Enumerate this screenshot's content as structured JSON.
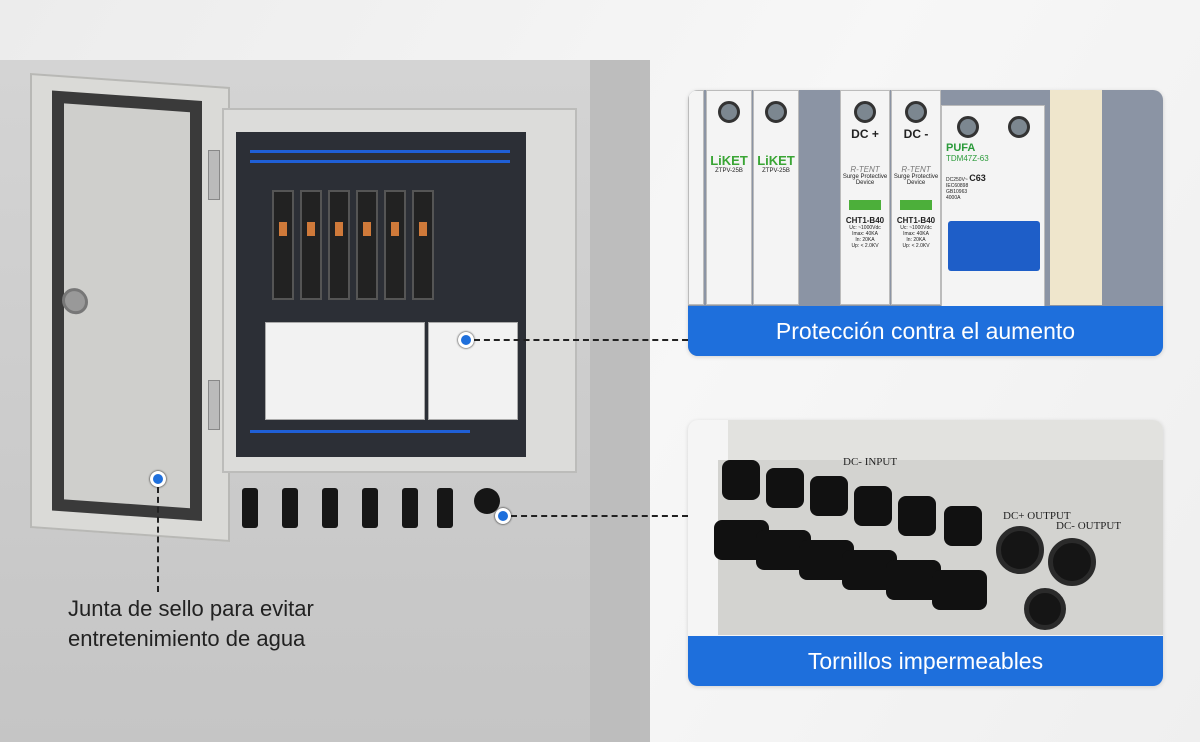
{
  "callouts": {
    "surge": "Protección contra el aumento",
    "waterproof": "Tornillos impermeables",
    "gasket_line1": "Junta de sello para evitar",
    "gasket_line2": "entretenimiento de agua"
  },
  "surge_panel": {
    "fuse_brand": "LiKET",
    "fuse_model": "ZTPV-25B",
    "spd_pos_label": "DC +",
    "spd_neg_label": "DC -",
    "spd_brand": "R-TENT",
    "spd_desc": "Surge Protective Device",
    "spd_model": "CHT1-B40",
    "spd_specs": [
      "Uc: ~1000Vdc",
      "Imax: 40KA",
      "In: 20KA",
      "Up: < 2.0KV"
    ],
    "breaker_brand": "PUFA",
    "breaker_model": "TDM47Z-63",
    "breaker_rating": "C63",
    "breaker_specs": [
      "DC250V~",
      "IEC60898",
      "GB10963",
      "4000A"
    ]
  },
  "connector_panel": {
    "input_label": "DC- INPUT",
    "pos_output": "DC+ OUTPUT",
    "neg_output": "DC- OUTPUT"
  },
  "colors": {
    "accent": "#1e6fdc"
  }
}
